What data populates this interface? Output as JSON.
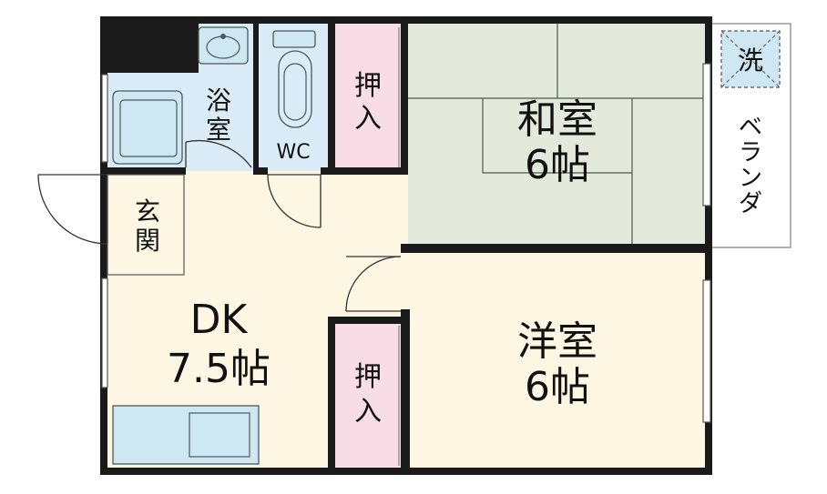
{
  "rooms": {
    "bath": {
      "label_1": "浴",
      "label_2": "室"
    },
    "toilet": {
      "label": "WC"
    },
    "closet_top": {
      "label_1": "押",
      "label_2": "入"
    },
    "closet_bottom": {
      "label_1": "押",
      "label_2": "入"
    },
    "washitsu": {
      "name": "和室",
      "size": "6帖"
    },
    "youshitsu": {
      "name": "洋室",
      "size": "6帖"
    },
    "dk": {
      "name": "DK",
      "size": "7.5帖"
    },
    "entrance": {
      "label_1": "玄",
      "label_2": "関"
    },
    "veranda": {
      "label_1": "ベ",
      "label_2": "ラ",
      "label_3": "ン",
      "label_4": "ダ"
    },
    "washer": {
      "label": "洗"
    }
  },
  "colors": {
    "wall": "#1a1a1a",
    "dk_floor": "#fdf6e3",
    "bath_floor": "#d9ecf7",
    "closet_floor": "#f8dde6",
    "tatami_floor": "#e3eadb",
    "youshitsu_floor": "#fdf6e3",
    "veranda_floor": "#ffffff",
    "fixture": "#cfe6f3"
  }
}
